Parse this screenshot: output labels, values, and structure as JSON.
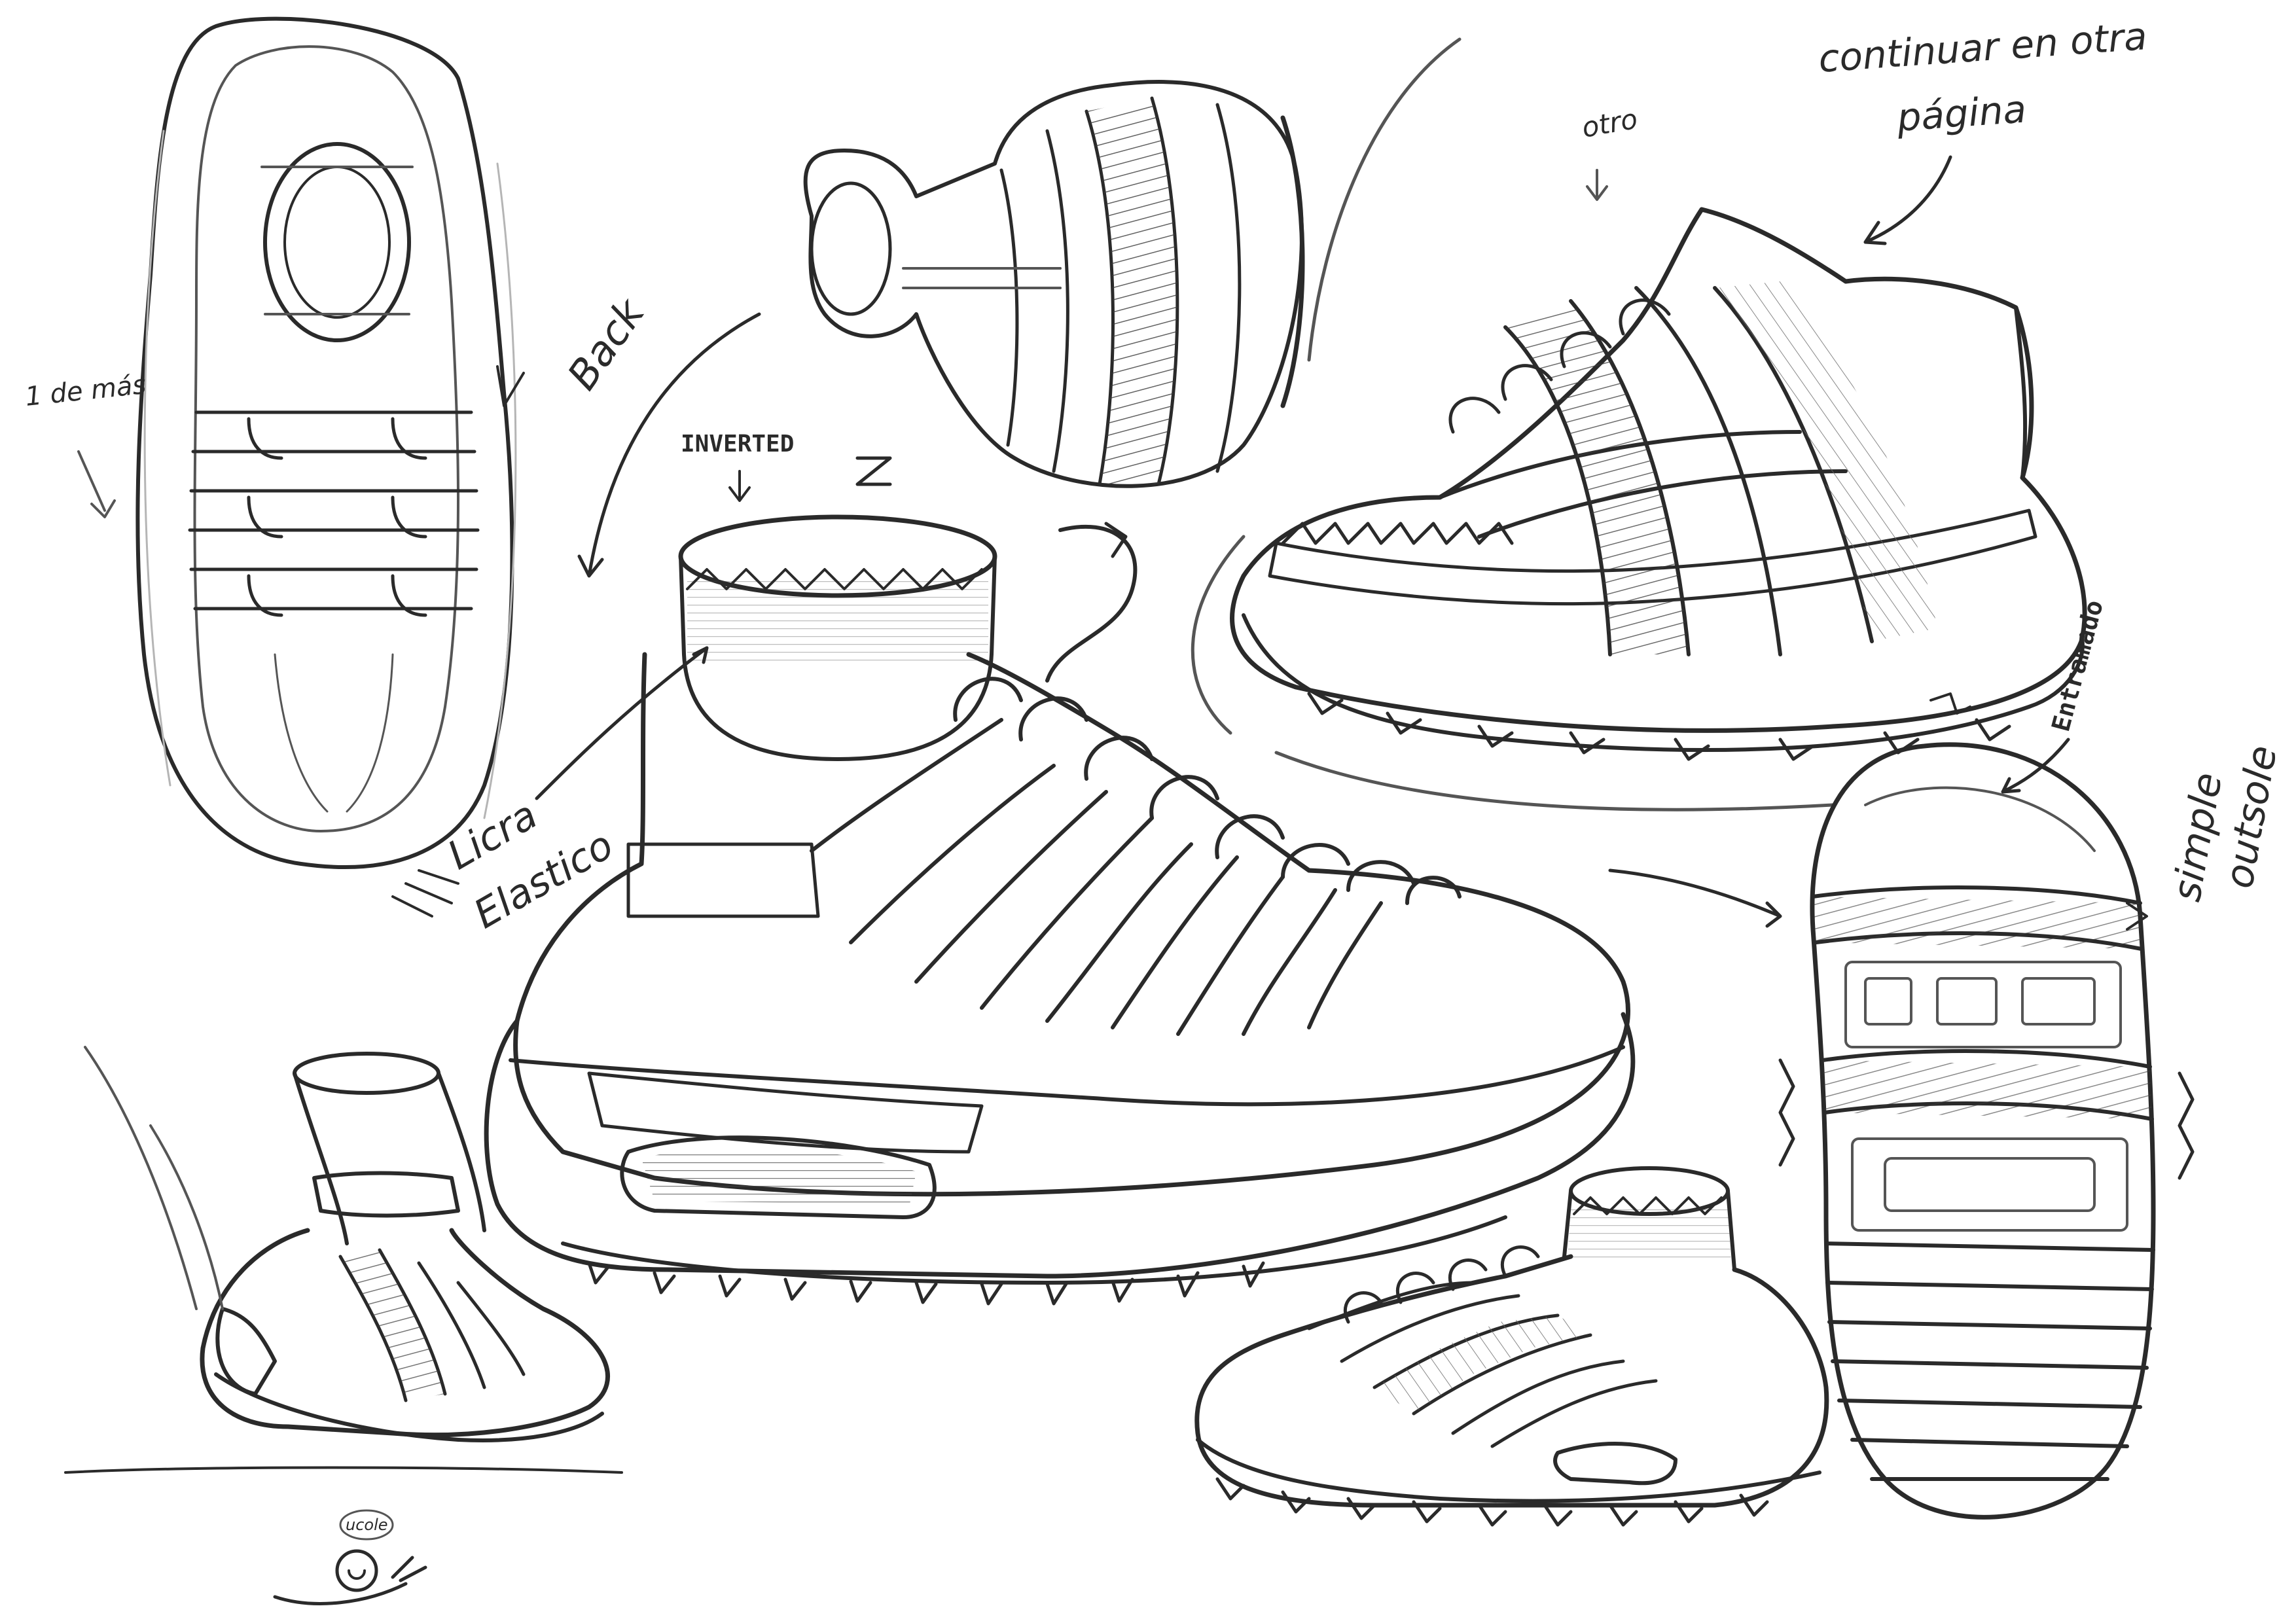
{
  "annotations": {
    "continuar": "continuar en otra",
    "pagina": "página",
    "otro": "otro",
    "back": "Back",
    "inverted": "INVERTED",
    "demas": "1 de más",
    "licra": "Licra",
    "elastico": "Elastico",
    "entramado": "Entramado",
    "simple": "simple",
    "outsole": "outsole",
    "snail_speech": "ucole"
  }
}
